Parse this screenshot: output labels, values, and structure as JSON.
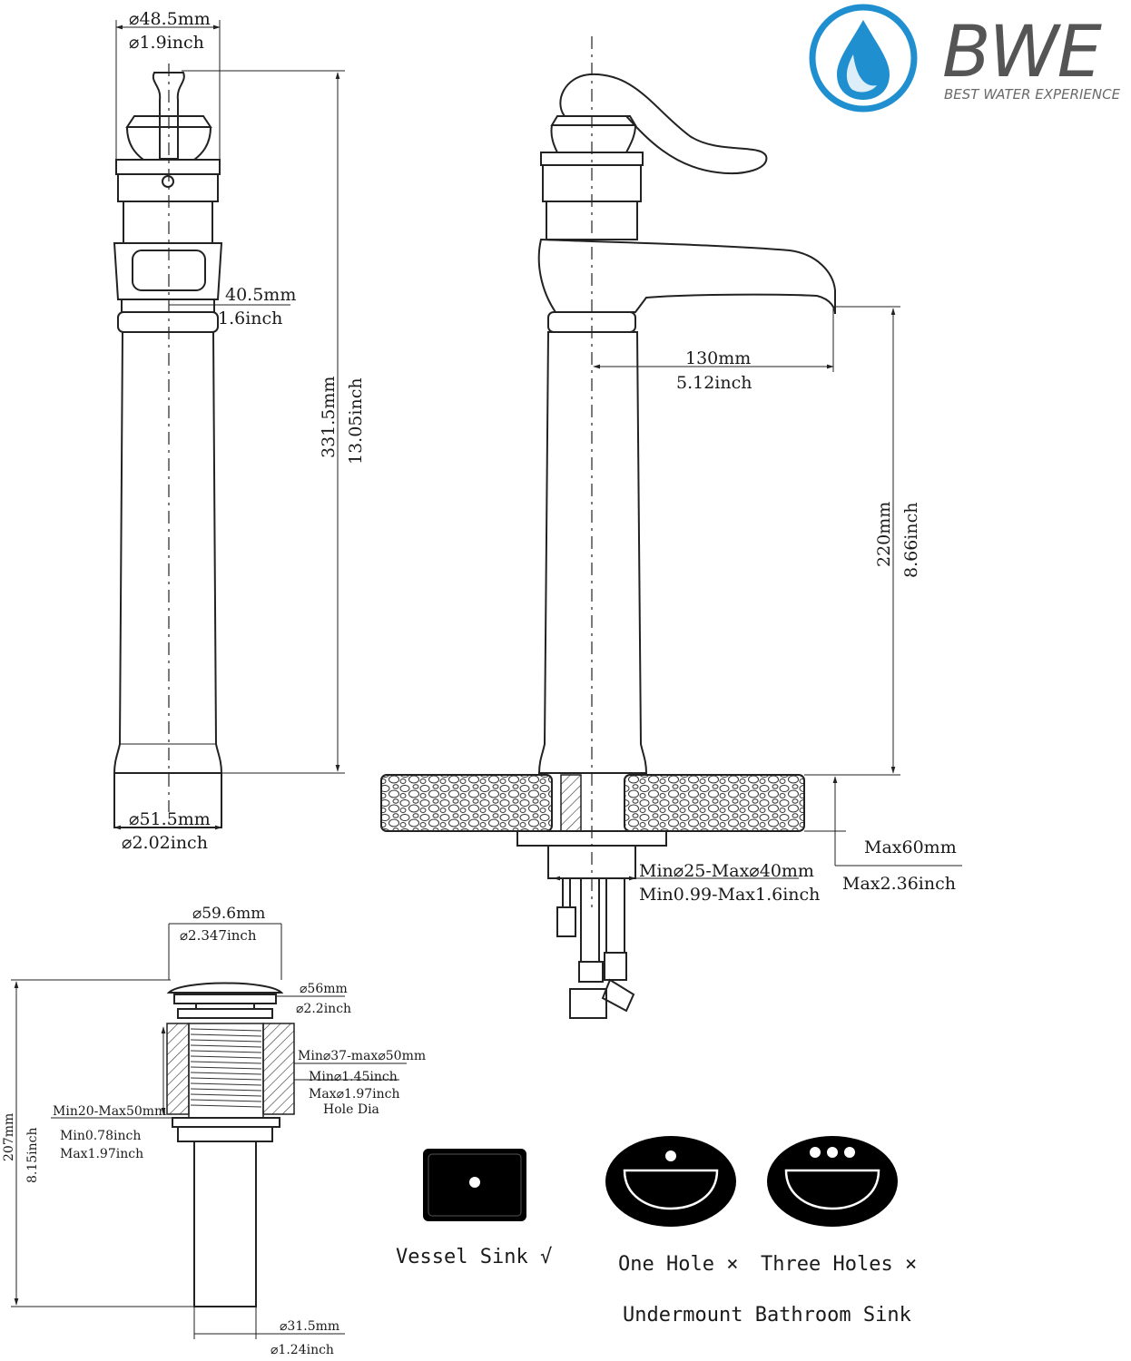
{
  "logo": {
    "brand": "BWE",
    "tagline": "BEST WATER EXPERIENCE",
    "color": "#1f8fd0"
  },
  "front_view": {
    "top_mm": "⌀48.5mm",
    "top_in": "⌀1.9inch",
    "handle_mm": "40.5mm",
    "handle_in": "1.6inch",
    "height_mm": "331.5mm",
    "height_in": "13.05inch",
    "base_mm": "⌀51.5mm",
    "base_in": "⌀2.02inch"
  },
  "side_view": {
    "reach_mm": "130mm",
    "reach_in": "5.12inch",
    "spout_mm": "220mm",
    "spout_in": "8.66inch",
    "deck_mm": "Max60mm",
    "deck_in": "Max2.36inch",
    "hole_mm": "Min⌀25-Max⌀40mm",
    "hole_in": "Min0.99-Max1.6inch"
  },
  "drain": {
    "cap_mm": "⌀59.6mm",
    "cap_in": "⌀2.347inch",
    "flange_mm": "⌀56mm",
    "flange_in": "⌀2.2inch",
    "hole_mm": "Min⌀37-max⌀50mm",
    "hole_min_in": "Min⌀1.45inch",
    "hole_max_in": "Max⌀1.97inch",
    "hole_label": "Hole Dia",
    "thick_mm": "Min20-Max50mm",
    "thick_min_in": "Min0.78inch",
    "thick_max_in": "Max1.97inch",
    "height_mm": "207mm",
    "height_in": "8.15inch",
    "pipe_mm": "⌀31.5mm",
    "pipe_in": "⌀1.24inch"
  },
  "sinks": {
    "vessel": "Vessel Sink  √",
    "one_hole": "One Hole ×",
    "three_holes": "Three Holes ×",
    "undermount": "Undermount Bathroom Sink"
  }
}
